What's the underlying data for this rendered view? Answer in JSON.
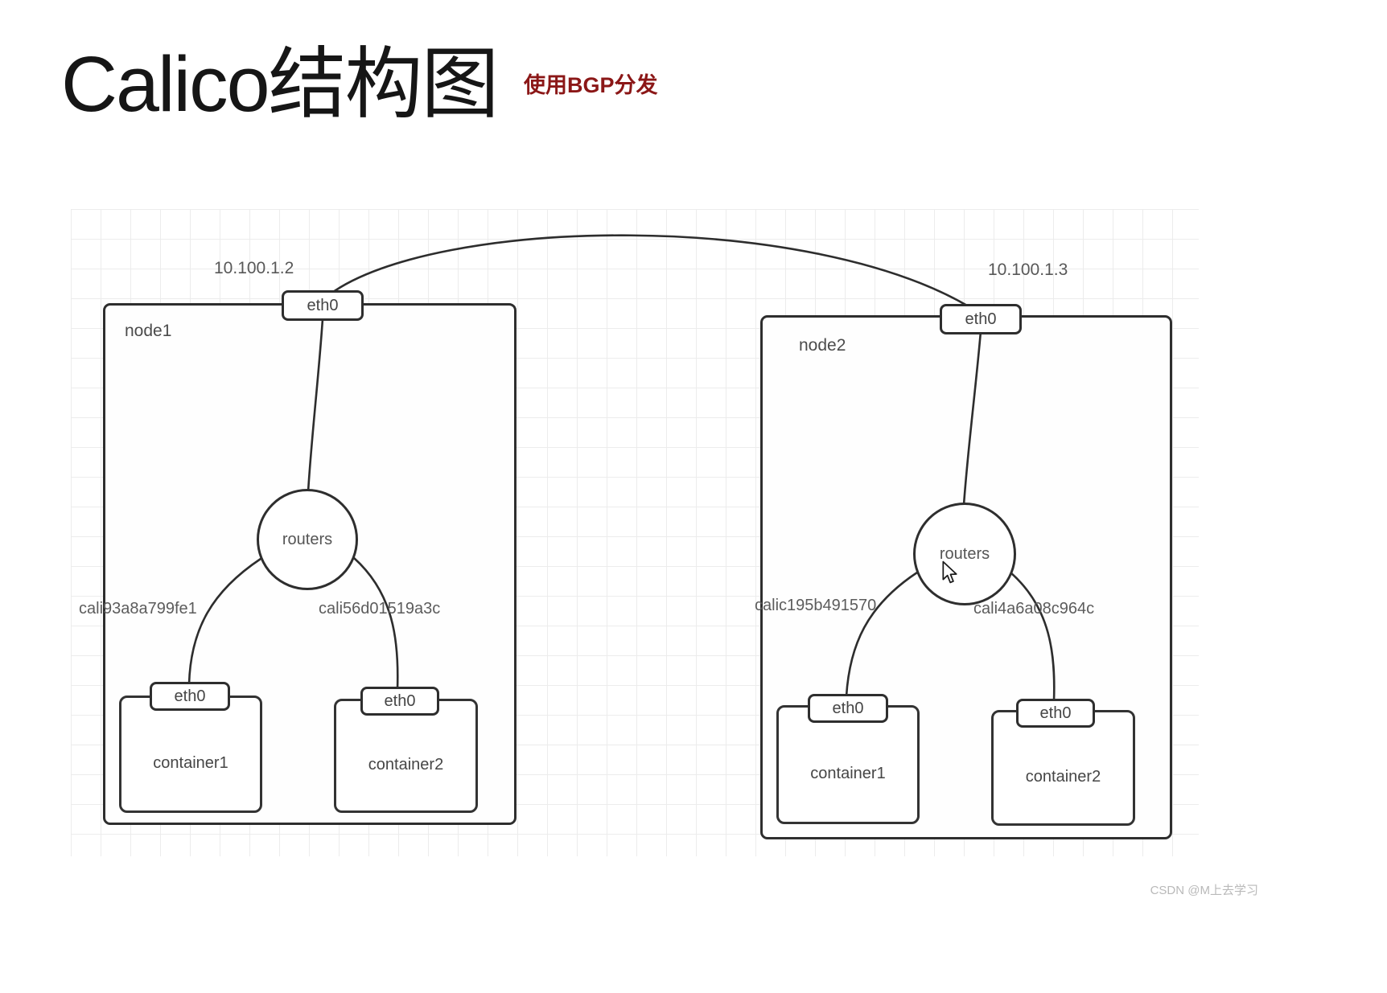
{
  "page": {
    "title": "Calico结构图",
    "annotation": "使用BGP分发",
    "watermark": "CSDN @M上去学习"
  },
  "colors": {
    "annotation_red": "#8b1717",
    "line_dark": "#2e2e2e",
    "label_gray": "#5c5c5c",
    "watermark_gray": "#b9b9b9"
  },
  "diagram": {
    "type": "network-topology",
    "nodes": [
      {
        "name": "node1",
        "ip": "10.100.1.2",
        "eth0_label": "eth0",
        "router_label": "routers",
        "left_if": "cali93a8a799fe1",
        "right_if": "cali56d01519a3c",
        "containers": [
          {
            "name": "container1",
            "eth0_label": "eth0"
          },
          {
            "name": "container2",
            "eth0_label": "eth0"
          }
        ]
      },
      {
        "name": "node2",
        "ip": "10.100.1.3",
        "eth0_label": "eth0",
        "router_label": "routers",
        "left_if": "calic195b491570",
        "right_if": "cali4a6a08c964c",
        "containers": [
          {
            "name": "container1",
            "eth0_label": "eth0"
          },
          {
            "name": "container2",
            "eth0_label": "eth0"
          }
        ]
      }
    ]
  }
}
